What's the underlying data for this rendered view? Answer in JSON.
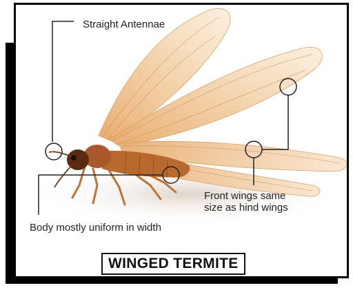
{
  "title": "WINGED TERMITE",
  "callouts": {
    "antennae": "Straight Antennae",
    "wings_line1": "Front wings same",
    "wings_line2": "size as hind wings",
    "body": "Body mostly uniform in width"
  },
  "colors": {
    "frame": "#000000",
    "wing": "#e8b883",
    "body": "#b8692e",
    "text": "#222222"
  }
}
